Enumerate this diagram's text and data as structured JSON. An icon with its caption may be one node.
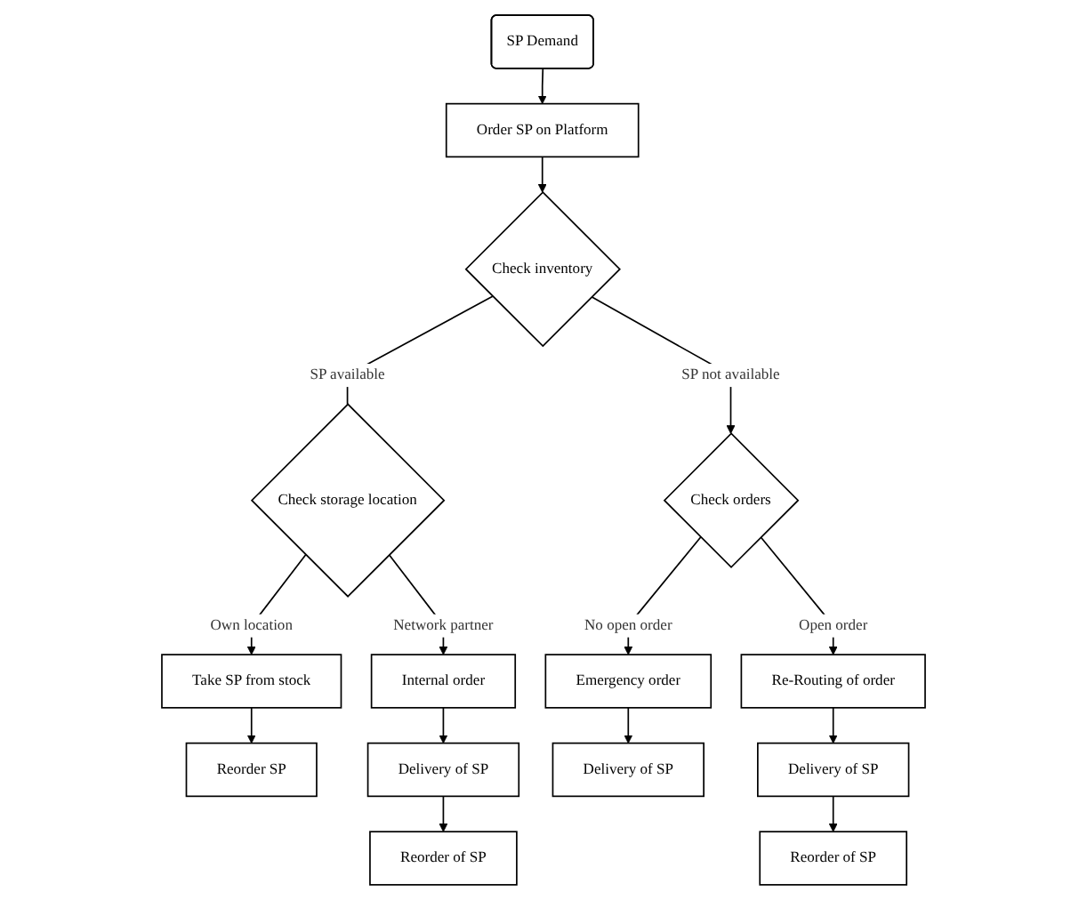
{
  "diagram": {
    "nodes": [
      {
        "text": [
          "SP Demand"
        ]
      },
      {
        "text": [
          "Order SP on Platform"
        ]
      },
      {
        "text": [
          "Check inventory"
        ]
      },
      {
        "text": [
          "Check storage location"
        ]
      },
      {
        "text": [
          "Check orders"
        ]
      },
      {
        "text": [
          "Emergency order"
        ]
      },
      {
        "text": [
          "Delivery of SP"
        ]
      },
      {
        "text": [
          "Re-Routing of order"
        ]
      },
      {
        "text": [
          "Delivery of SP"
        ]
      },
      {
        "text": [
          "Reorder of SP"
        ]
      },
      {
        "text": [
          "Take SP from stock"
        ]
      },
      {
        "text": [
          "Reorder SP"
        ]
      },
      {
        "text": [
          "Internal order"
        ]
      },
      {
        "text": [
          "Delivery of SP"
        ]
      },
      {
        "text": [
          "Reorder of SP"
        ]
      }
    ],
    "edges": [
      {
        "from": 0,
        "to": 1,
        "arrow": "to"
      },
      {
        "from": 1,
        "to": 2,
        "arrow": "to"
      },
      {
        "from": 2,
        "to": 3,
        "arrow": "none",
        "label": "SP available"
      },
      {
        "from": 2,
        "to": 4,
        "arrow": "to",
        "label": "SP not available"
      },
      {
        "from": 3,
        "to": 10,
        "arrow": "to",
        "label": "Own location"
      },
      {
        "from": 3,
        "to": 12,
        "arrow": "to",
        "label": "Network partner"
      },
      {
        "from": 4,
        "to": 5,
        "arrow": "to",
        "label": "No open order"
      },
      {
        "from": 4,
        "to": 7,
        "arrow": "to",
        "label": "Open order"
      },
      {
        "from": 5,
        "to": 6,
        "arrow": "to"
      },
      {
        "from": 7,
        "to": 8,
        "arrow": "to"
      },
      {
        "from": 8,
        "to": 9,
        "arrow": "to"
      },
      {
        "from": 10,
        "to": 11,
        "arrow": "to"
      },
      {
        "from": 12,
        "to": 13,
        "arrow": "to"
      },
      {
        "from": 13,
        "to": 14,
        "arrow": "to"
      }
    ]
  }
}
